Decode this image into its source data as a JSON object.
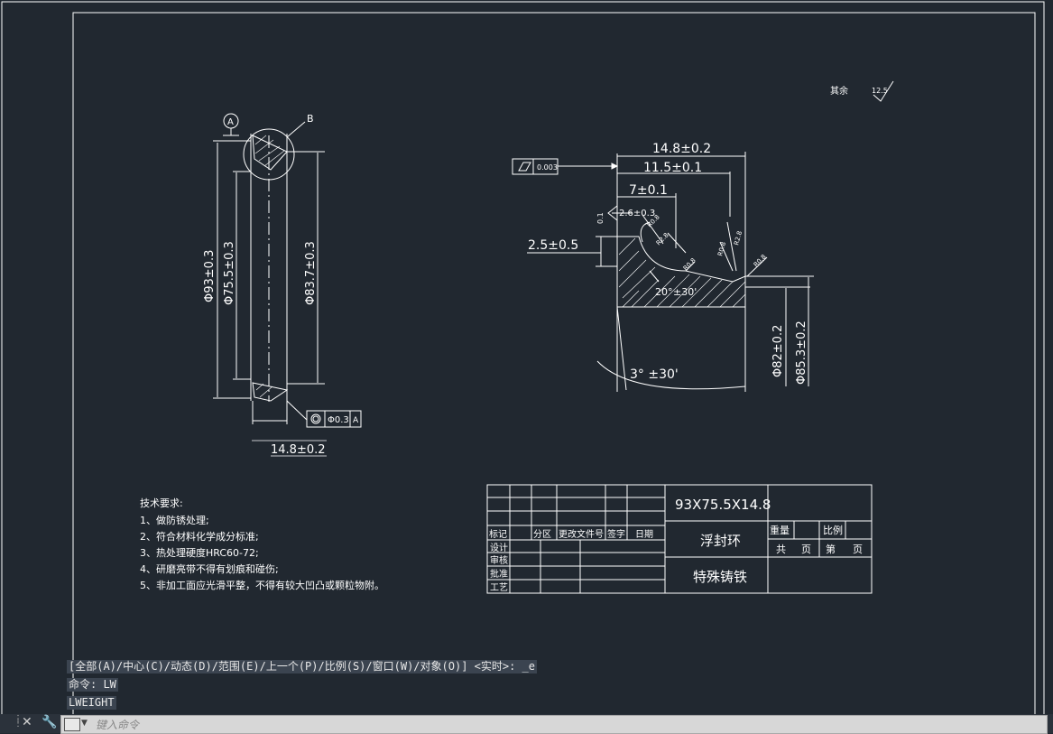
{
  "drawing": {
    "roughness": {
      "label": "其余",
      "value": "12.5"
    },
    "left_view": {
      "datum_a": "A",
      "detail_b": "B",
      "dim_outer": "Φ93±0.3",
      "dim_inner": "Φ75.5±0.3",
      "dim_mid": "Φ83.7±0.3",
      "dim_width": "14.8±0.2",
      "fcf_value": "Φ0.3",
      "fcf_datum": "A"
    },
    "detail_view": {
      "flatness_value": "0.003",
      "dim_14_8": "14.8±0.2",
      "dim_11_5": "11.5±0.1",
      "dim_7": "7±0.1",
      "dim_2_6": "2.6±0.3",
      "dim_2_5": "2.5±0.5",
      "angle_20": "20°",
      "angle_30": "±30'",
      "angle_3": "3° ±30'",
      "dia_82": "Φ82±0.2",
      "dia_85": "Φ85.3±0.2",
      "small_01": "0.1",
      "r_labels": [
        "R0.8",
        "R2.8",
        "R0.8",
        "R0.8",
        "R2.8",
        "R0.8"
      ]
    },
    "tech_req": {
      "title": "技术要求:",
      "items": [
        "1、做防锈处理;",
        "2、符合材料化学成分标准;",
        "3、热处理硬度HRC60-72;",
        "4、研磨亮带不得有划痕和碰伤;",
        "5、非加工面应光滑平整，不得有较大凹凸或颗粒物附。"
      ]
    },
    "title_block": {
      "part_no": "93X75.5X14.8",
      "name": "浮封环",
      "material": "特殊铸铁",
      "headers": [
        "标记",
        "分区",
        "更改文件号",
        "签字",
        "日期"
      ],
      "roles": [
        "设计",
        "审核",
        "批准",
        "工艺"
      ],
      "weight": "重量",
      "scale": "比例",
      "total": "共",
      "page": "页",
      "sheet": "第",
      "page2": "页"
    }
  },
  "command_line": {
    "history": [
      "[全部(A)/中心(C)/动态(D)/范围(E)/上一个(P)/比例(S)/窗口(W)/对象(O)] <实时>: _e",
      "命令: LW",
      "LWEIGHT"
    ],
    "placeholder": "键入命令"
  }
}
